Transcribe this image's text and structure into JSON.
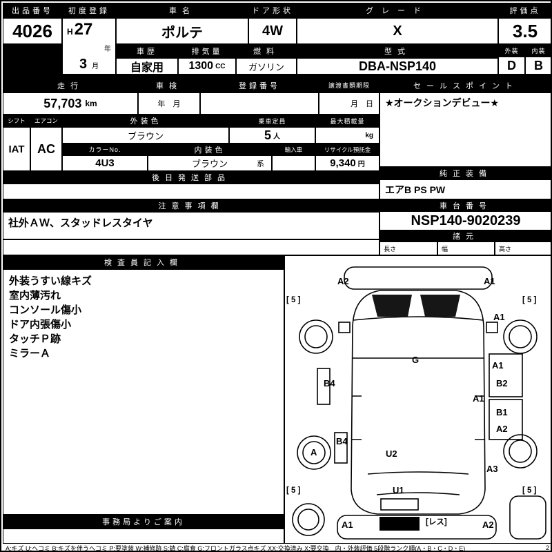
{
  "top": {
    "lot": {
      "label": "出品番号",
      "value": "4026"
    },
    "first_reg": {
      "label": "初度登録",
      "era": "H",
      "year": "27",
      "year_unit": "年",
      "month": "3",
      "month_unit": "月"
    },
    "car_name": {
      "label": "車名",
      "value": "ポルテ"
    },
    "door": {
      "label": "ドア形状",
      "value": "4W"
    },
    "grade": {
      "label": "グレード",
      "value": "X"
    },
    "score": {
      "label": "評価点",
      "value": "3.5"
    },
    "history": {
      "label": "車歴",
      "value": "自家用"
    },
    "displacement": {
      "label": "排気量",
      "value": "1300",
      "unit": "CC"
    },
    "fuel": {
      "label": "燃料",
      "value": "ガソリン"
    },
    "model": {
      "label": "型式",
      "value": "DBA-NSP140"
    },
    "exterior": {
      "label": "外装",
      "value": "D"
    },
    "interior": {
      "label": "内装",
      "value": "B"
    }
  },
  "reg": {
    "mileage": {
      "label": "走行",
      "value": "57,703",
      "unit": "km"
    },
    "shaken": {
      "label": "車検",
      "value": "年　月"
    },
    "reg_no": {
      "label": "登録番号",
      "value": ""
    },
    "transfer": {
      "label": "譲渡書類期限",
      "value": "月　日"
    },
    "sales_point": {
      "label": "セールスポイント",
      "value": "★オークションデビュー★"
    }
  },
  "equip": {
    "shift": {
      "label": "シフト",
      "value": "IAT"
    },
    "aircon": {
      "label": "エアコン",
      "value": "AC"
    },
    "ext_color": {
      "label": "外装色",
      "value": "ブラウン"
    },
    "capacity": {
      "label": "乗車定員",
      "value": "5",
      "unit": "人"
    },
    "max_load": {
      "label": "最大積載量",
      "value": "",
      "unit": "kg"
    },
    "color_no": {
      "label": "カラーNo.",
      "value": "4U3"
    },
    "int_color": {
      "label": "内装色",
      "value": "ブラウン",
      "suffix": "系"
    },
    "import_car": {
      "label": "輸入車",
      "value": ""
    },
    "recycle": {
      "label": "リサイクル預託金",
      "value": "9,340",
      "unit": "円"
    }
  },
  "parts": {
    "later_parts": {
      "label": "後日発送部品",
      "value": ""
    },
    "genuine": {
      "label": "純正装備",
      "value": "エアB PS PW"
    }
  },
  "notes": {
    "caution": {
      "label": "注意事項欄",
      "value": "社外ＡＷ、スタッドレスタイヤ"
    },
    "chassis": {
      "label": "車台番号",
      "value": "NSP140-9020239"
    },
    "spec": {
      "label": "諸元",
      "length_label": "長さ",
      "width_label": "幅",
      "height_label": "高さ",
      "length": "",
      "width": "",
      "height": ""
    }
  },
  "inspector": {
    "label": "検査員記入欄",
    "lines": [
      "外装うすい線キズ",
      "室内薄汚れ",
      "コンソール傷小",
      "ドア内張傷小",
      "タッチＰ跡",
      "ミラーＡ"
    ],
    "office_label": "事務局よりご案内"
  },
  "diagram": {
    "labels": [
      "A2",
      "A1",
      "[ 5 ]",
      "[ 5 ]",
      "A1",
      "G",
      "B4",
      "A1",
      "B2",
      "A1",
      "B1",
      "A2",
      "B4",
      "A",
      "U2",
      "A3",
      "[ 5 ]",
      "[ 5 ]",
      "U1",
      "A1",
      "A2",
      "[レス]"
    ]
  },
  "legend": {
    "text": "A:キズ U:ヘコミ B:キズを伴うヘコミ P:要塗装 W:補修跡 S:錆 C:腐食 G:フロントガラス点キズ XX:交換済み X:要交換　内・外装評価 5段階ランク順(A・B・C・D・E)",
    "page": "2"
  }
}
